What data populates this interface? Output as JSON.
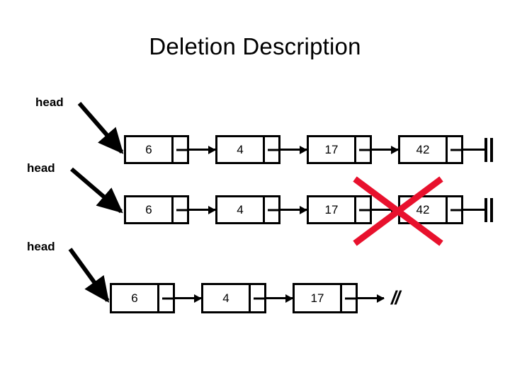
{
  "slide": {
    "title": "Deletion Description",
    "background_color": "#FFFFFF",
    "ink_color": "#000000",
    "strike_color": "#E8112D"
  },
  "labels": {
    "head_1": "head",
    "head_2": "head",
    "head_3": "head"
  },
  "rows": [
    {
      "id": "before",
      "nodes": [
        {
          "value": "6"
        },
        {
          "value": "4"
        },
        {
          "value": "17"
        },
        {
          "value": "42"
        }
      ],
      "terminator": "null-ground",
      "struck_node_index": null
    },
    {
      "id": "marked-for-deletion",
      "nodes": [
        {
          "value": "6"
        },
        {
          "value": "4"
        },
        {
          "value": "17"
        },
        {
          "value": "42"
        }
      ],
      "terminator": "null-ground",
      "struck_node_index": 3
    },
    {
      "id": "after",
      "nodes": [
        {
          "value": "6"
        },
        {
          "value": "4"
        },
        {
          "value": "17"
        }
      ],
      "terminator": "double-slash",
      "terminator_text": "//",
      "struck_node_index": null
    }
  ]
}
